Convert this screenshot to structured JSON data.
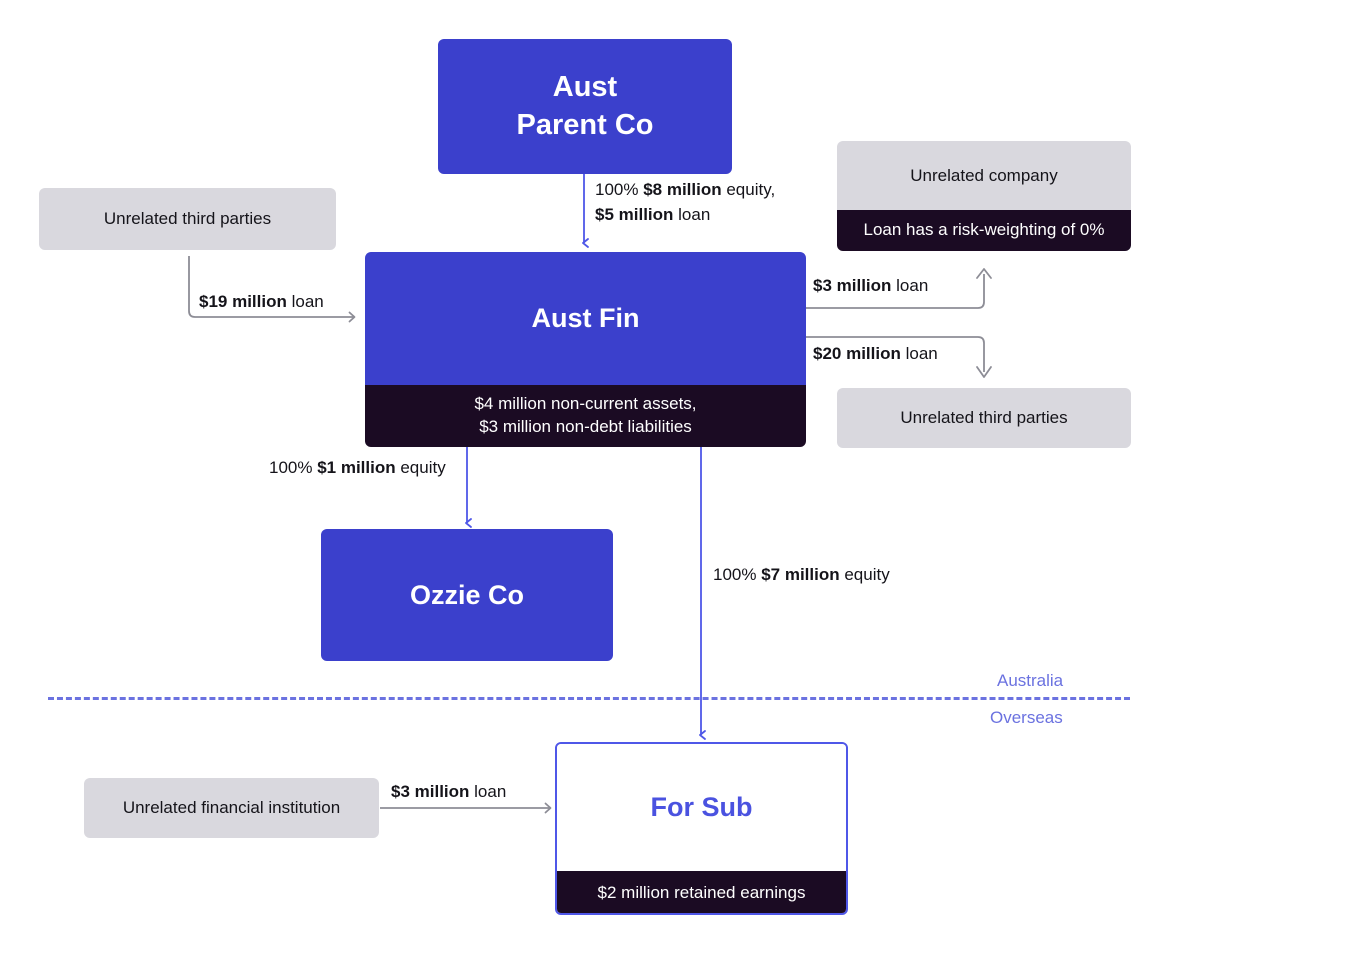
{
  "colors": {
    "blue": "#3b40cc",
    "dark": "#1b0b23",
    "gray": "#d9d8de",
    "outline_blue": "#4f57e8",
    "region_blue": "#6b72e0",
    "arrow_gray": "#8d8d96"
  },
  "nodes": {
    "aust_parent_co": {
      "title_line1": "Aust",
      "title_line2": "Parent Co"
    },
    "aust_fin": {
      "title": "Aust Fin",
      "footer_line1": "$4 million non-current assets,",
      "footer_line2": "$3 million non-debt liabilities"
    },
    "ozzie_co": {
      "title": "Ozzie Co"
    },
    "for_sub": {
      "title": "For Sub",
      "footer": "$2 million retained earnings"
    },
    "unrelated_third_parties_left": {
      "title": "Unrelated third parties"
    },
    "unrelated_company": {
      "title": "Unrelated company",
      "footer": "Loan has a risk-weighting of 0%"
    },
    "unrelated_third_parties_right": {
      "title": "Unrelated third parties"
    },
    "unrelated_financial_institution": {
      "title": "Unrelated financial institution"
    }
  },
  "edges": {
    "parent_to_fin": {
      "line1_prefix": "100% ",
      "line1_bold": "$8 million",
      "line1_suffix": " equity,",
      "line2_bold": "$5 million",
      "line2_suffix": " loan"
    },
    "third_parties_to_fin": {
      "bold": "$19 million",
      "suffix": " loan"
    },
    "fin_to_unrelated_company": {
      "bold": "$3 million",
      "suffix": " loan"
    },
    "fin_to_third_parties": {
      "bold": "$20 million",
      "suffix": " loan"
    },
    "fin_to_ozzie": {
      "prefix": "100% ",
      "bold": "$1 million",
      "suffix": " equity"
    },
    "fin_to_for_sub": {
      "prefix": "100% ",
      "bold": "$7 million",
      "suffix": " equity"
    },
    "institution_to_for_sub": {
      "bold": "$3 million",
      "suffix": " loan"
    }
  },
  "regions": {
    "above": "Australia",
    "below": "Overseas"
  }
}
